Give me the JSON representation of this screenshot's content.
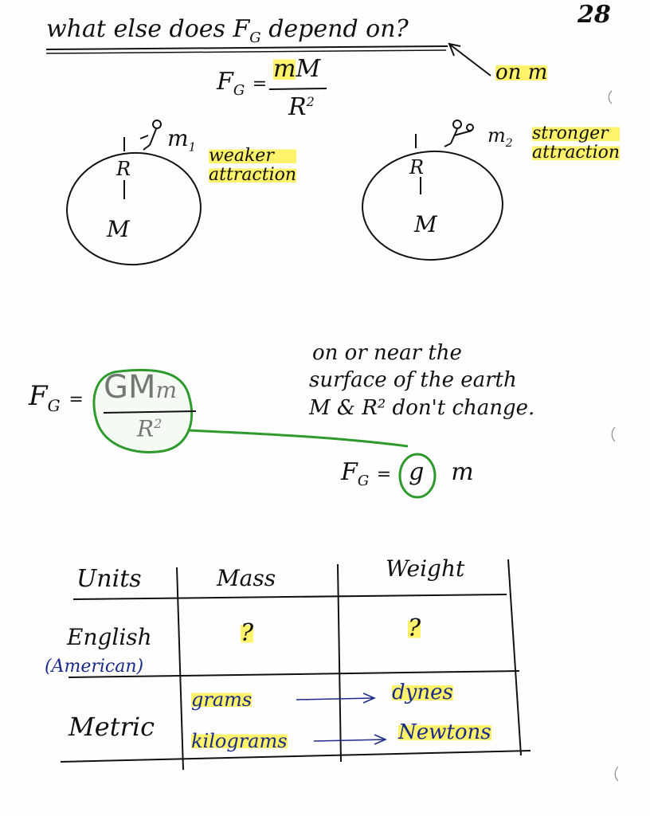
{
  "page_number": "28",
  "title": "what else does F",
  "title_sub": "G",
  "title_tail": " depend on?",
  "arrow_note": "on m",
  "formula1": {
    "lhs": "F",
    "lhs_sub": "G",
    "eq": "=",
    "num_m": "m",
    "num_M": "M",
    "den": "R",
    "den_exp": "2"
  },
  "left_diagram": {
    "R": "R",
    "M": "M",
    "m": "m",
    "m_sub": "1",
    "label_line1": "weaker",
    "label_line2": "attraction"
  },
  "right_diagram": {
    "R": "R",
    "M": "M",
    "m": "m",
    "m_sub": "2",
    "label_line1": "stronger",
    "label_line2": "attraction"
  },
  "formula2": {
    "lhs": "F",
    "lhs_sub": "G",
    "eq": "=",
    "num": "GM",
    "m": "m",
    "den": "R",
    "den_exp": "2"
  },
  "note": {
    "line1": "on or near the",
    "line2": "surface of the earth",
    "line3": "M & R² don't change."
  },
  "formula3": {
    "lhs": "F",
    "lhs_sub": "G",
    "eq": "=",
    "g": "g",
    "m": "m"
  },
  "table": {
    "headers": [
      "Units",
      "Mass",
      "Weight"
    ],
    "english": {
      "label": "English",
      "sublabel": "(American)",
      "mass": "?",
      "weight": "?"
    },
    "metric": {
      "label": "Metric",
      "mass1": "grams",
      "weight1": "dynes",
      "mass2": "kilograms",
      "weight2": "Newtons"
    }
  },
  "colors": {
    "highlight": "#fff36b",
    "green": "#2e9a2e",
    "ink": "#111111",
    "blue_ink": "#1b2a8a"
  }
}
